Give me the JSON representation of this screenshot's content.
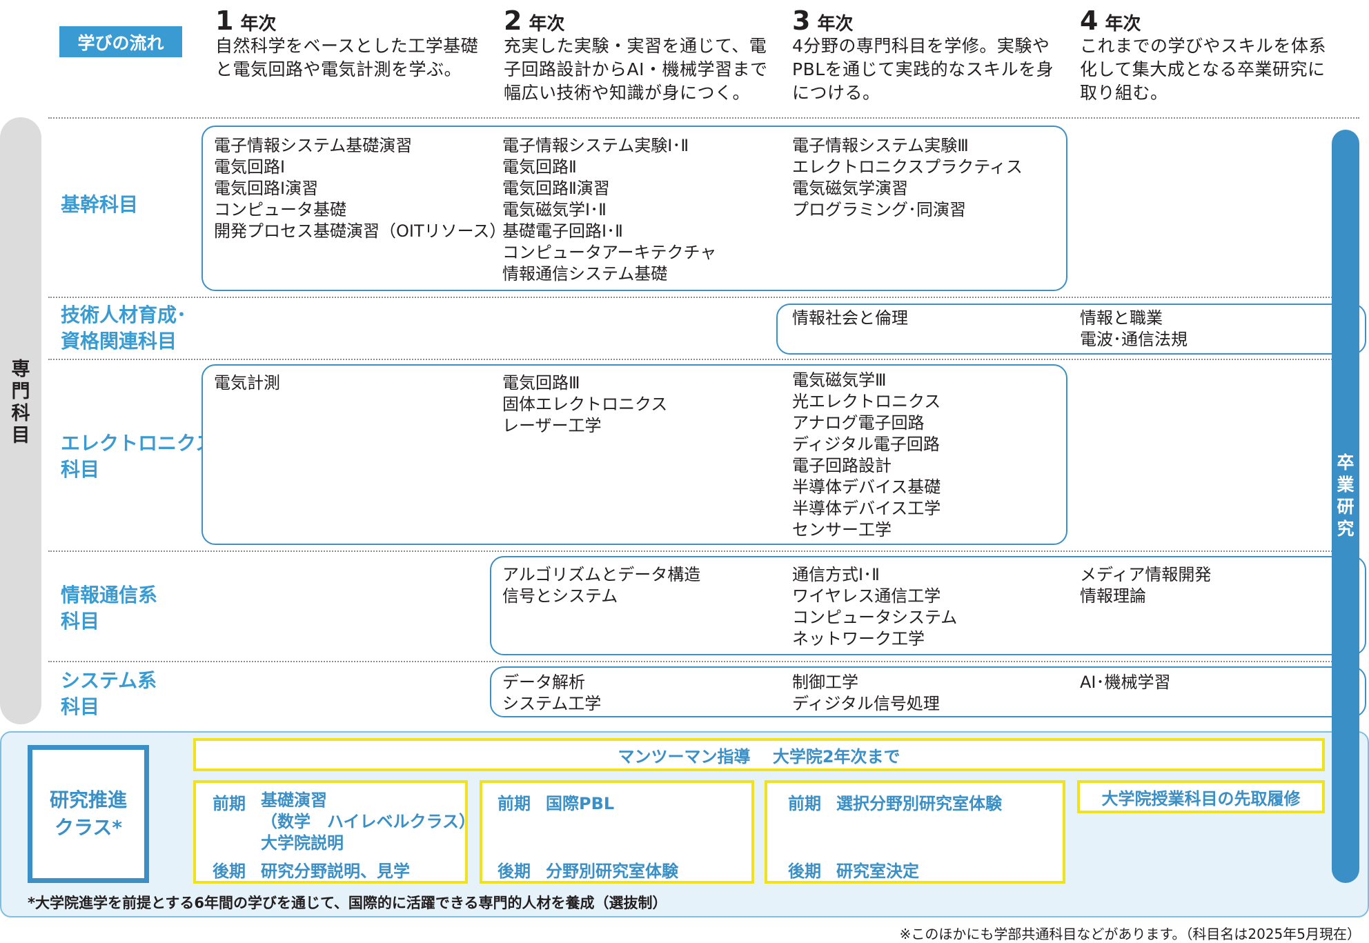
{
  "header": {
    "flow_label": "学びの流れ",
    "years": [
      {
        "num": "1",
        "unit": "年次",
        "desc": [
          "自然科学をベースとした工学基礎",
          "と電気回路や電気計測を学ぶ。"
        ]
      },
      {
        "num": "2",
        "unit": "年次",
        "desc": [
          "充実した実験・実習を通じて、電",
          "子回路設計からAI・機械学習まで",
          "幅広い技術や知識が身につく。"
        ]
      },
      {
        "num": "3",
        "unit": "年次",
        "desc": [
          "4分野の専門科目を学修。実験や",
          "PBLを通じて実践的なスキルを身",
          "につける。"
        ]
      },
      {
        "num": "4",
        "unit": "年次",
        "desc": [
          "これまでの学びやスキルを体系",
          "化して集大成となる卒業研究に",
          "取り組む。"
        ]
      }
    ]
  },
  "side": {
    "specialized": "専門科目",
    "graduation": "卒業研究"
  },
  "categories": {
    "core": {
      "label": [
        "基幹科目"
      ],
      "y1": [
        "電子情報システム基礎演習",
        "電気回路Ⅰ",
        "電気回路Ⅰ演習",
        "コンピュータ基礎",
        "開発プロセス基礎演習（OITリソース）"
      ],
      "y2": [
        "電子情報システム実験Ⅰ･Ⅱ",
        "電気回路Ⅱ",
        "電気回路Ⅱ演習",
        "電気磁気学Ⅰ･Ⅱ",
        "基礎電子回路Ⅰ･Ⅱ",
        "コンピュータアーキテクチャ",
        "情報通信システム基礎"
      ],
      "y3": [
        "電子情報システム実験Ⅲ",
        "エレクトロニクスプラクティス",
        "電気磁気学演習",
        "プログラミング･同演習"
      ]
    },
    "career": {
      "label": [
        "技術人材育成･",
        "資格関連科目"
      ],
      "y3": [
        "情報社会と倫理"
      ],
      "y4": [
        "情報と職業",
        "電波･通信法規"
      ]
    },
    "electronics": {
      "label": [
        "エレクトロニクス系",
        "科目"
      ],
      "y1": [
        "電気計測"
      ],
      "y2": [
        "電気回路Ⅲ",
        "固体エレクトロニクス",
        "レーザー工学"
      ],
      "y3": [
        "電気磁気学Ⅲ",
        "光エレクトロニクス",
        "アナログ電子回路",
        "ディジタル電子回路",
        "電子回路設計",
        "半導体デバイス基礎",
        "半導体デバイス工学",
        "センサー工学"
      ]
    },
    "infocomm": {
      "label": [
        "情報通信系",
        "科目"
      ],
      "y2": [
        "アルゴリズムとデータ構造",
        "信号とシステム"
      ],
      "y3": [
        "通信方式Ⅰ･Ⅱ",
        "ワイヤレス通信工学",
        "コンピュータシステム",
        "ネットワーク工学"
      ],
      "y4": [
        "メディア情報開発",
        "情報理論"
      ]
    },
    "system": {
      "label": [
        "システム系",
        "科目"
      ],
      "y2": [
        "データ解析",
        "システム工学"
      ],
      "y3": [
        "制御工学",
        "ディジタル信号処理"
      ],
      "y4": [
        "AI･機械学習"
      ]
    }
  },
  "research": {
    "label": [
      "研究推進",
      "クラス*"
    ],
    "mentoring": "マンツーマン指導　 大学院2年次まで",
    "y1": {
      "first_term": "前期",
      "first": [
        "基礎演習",
        "（数学　ハイレベルクラス）",
        "大学院説明"
      ],
      "second_term": "後期",
      "second": "研究分野説明、見学"
    },
    "y2": {
      "first_term": "前期",
      "first": "国際PBL",
      "second_term": "後期",
      "second": "分野別研究室体験"
    },
    "y3": {
      "first_term": "前期",
      "first": "選択分野別研究室体験",
      "second_term": "後期",
      "second": "研究室決定"
    },
    "y4": "大学院授業科目の先取履修",
    "footnote": "*大学院進学を前提とする6年間の学びを通じて、国際的に活躍できる専門的人材を養成（選抜制）"
  },
  "bottom_note": "※このほかにも学部共通科目などがあります。（科目名は2025年5月現在）",
  "colors": {
    "accent": "#3a9bd2",
    "box_border": "#3a8fc6",
    "highlight": "#f2e21a",
    "gray": "#dcdcdc"
  }
}
